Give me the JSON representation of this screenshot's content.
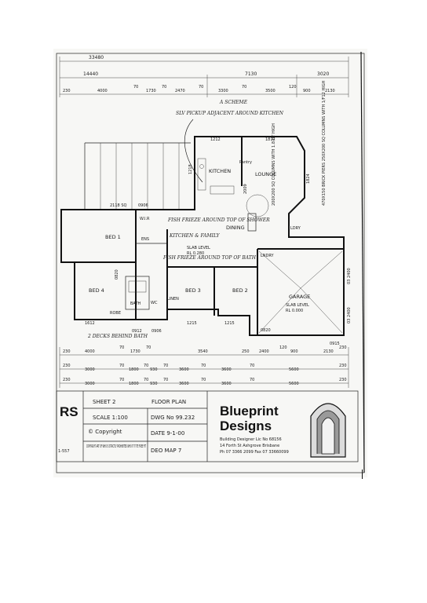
{
  "dimensions": {
    "top_overall": "33480",
    "top_row2": [
      "14440",
      "7130",
      "3020"
    ],
    "top_row3": [
      "230",
      "4000",
      "70",
      "1730",
      "70",
      "2470",
      "70",
      "3300",
      "70",
      "3500",
      "120",
      "900",
      "2130"
    ],
    "interior": [
      "1212",
      "1812",
      "2118 SQ",
      "0906",
      "1218",
      "2009",
      "1824",
      "1612",
      "0912",
      "0906",
      "1215",
      "1215",
      "0820",
      "0820",
      "0915"
    ],
    "bottom_row1": [
      "230",
      "4000",
      "70",
      "1730",
      "70",
      "3540",
      "250",
      "2400",
      "120",
      "900",
      "2130",
      "230"
    ],
    "bottom_row2": [
      "230",
      "3000",
      "70",
      "1800",
      "70",
      "930",
      "70",
      "3600",
      "70",
      "3600",
      "70",
      "5600",
      "230"
    ],
    "bottom_row3": [
      "230",
      "3000",
      "70",
      "1800",
      "70",
      "930",
      "70",
      "3600",
      "70",
      "3600",
      "70",
      "5600",
      "230"
    ],
    "right_side": [
      "03 2400",
      "03 2400"
    ]
  },
  "rooms": {
    "kitchen": "KITCHEN",
    "lounge": "LOUNGE",
    "dining": "DINING",
    "bed1": "BED 1",
    "bed2": "BED 2",
    "bed3": "BED 3",
    "bed4": "BED 4",
    "garage": "GARAGE",
    "laundry": "LNDRY",
    "bath": "BATH",
    "ens": "ENS",
    "wir": "W.I.R",
    "pantry": "Pantry",
    "ldry": "LDRY",
    "wc": "WC",
    "linen": "LINEN",
    "robe": "ROBE"
  },
  "levels": {
    "main_label": "SLAB LEVEL",
    "main_value": "RL 0.280",
    "garage_label": "SLAB LEVEL",
    "garage_value": "RL 0.000"
  },
  "annotations": {
    "scheme": "A SCHEME",
    "kitchen_note": "SLV PICKUP ADJACENT AROUND KITCHEN",
    "fish_frieze_1": "FISH FRIEZE AROUND TOP OF SHOWER",
    "fish_frieze_2": "FISH FRIEZE AROUND TOP OF BATH",
    "decks": "2 DECKS BEHIND BATH",
    "brick_note": "470X150 BRICK PIERS 250X200 SQ COLUMNS WITH 1/F12 HIGH",
    "column_note": "200X200 SQ COLUMNS WITH 1.8 HT HIGH",
    "room_note": "KITCHEN & FAMILY"
  },
  "title_block": {
    "partial_logo": "RS",
    "sheet": "SHEET  2",
    "sheet_title": "FLOOR PLAN",
    "scale": "SCALE  1:100",
    "dwg_no": "DWG No  99.232",
    "copyright": "© Copyright",
    "copyright_small": "COPYRIGHT ART OF WHO IS STRICTLY PROHIBITED WHO IT IT ITE FREE FIT",
    "date": "DATE  9-1-00",
    "drawn": "DEO MAP  7",
    "side_code": "1-557",
    "company_line1": "Blueprint",
    "company_line2": "Designs",
    "designer": "Building Designer  Lic No 68156",
    "address": "14 Forth St Ashgrove  Brisbane",
    "phone": "Ph 07 3366 2099   Fax 07 33660099"
  }
}
